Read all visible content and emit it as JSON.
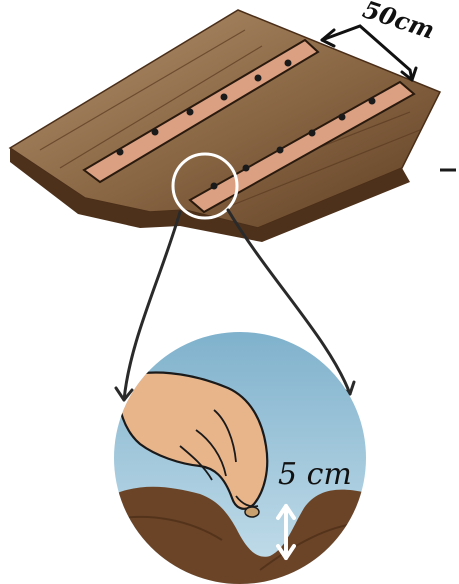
{
  "labels": {
    "row_spacing": "50cm",
    "sowing_depth": "5 cm"
  },
  "colors": {
    "soil_light": "#a8865e",
    "soil_mid": "#8a6440",
    "soil_dark": "#5a3a20",
    "furrow": "#dba082",
    "seed": "#1a1a1a",
    "sky": "#9ec7dd",
    "skin": "#e8b48a",
    "outline": "#1a1a1a"
  },
  "icons": [
    "seed-dot-icon",
    "magnifier-circle-icon",
    "hand-icon",
    "double-arrow-icon"
  ],
  "diagram": {
    "furrows": 2,
    "seeds_per_furrow": 6
  }
}
